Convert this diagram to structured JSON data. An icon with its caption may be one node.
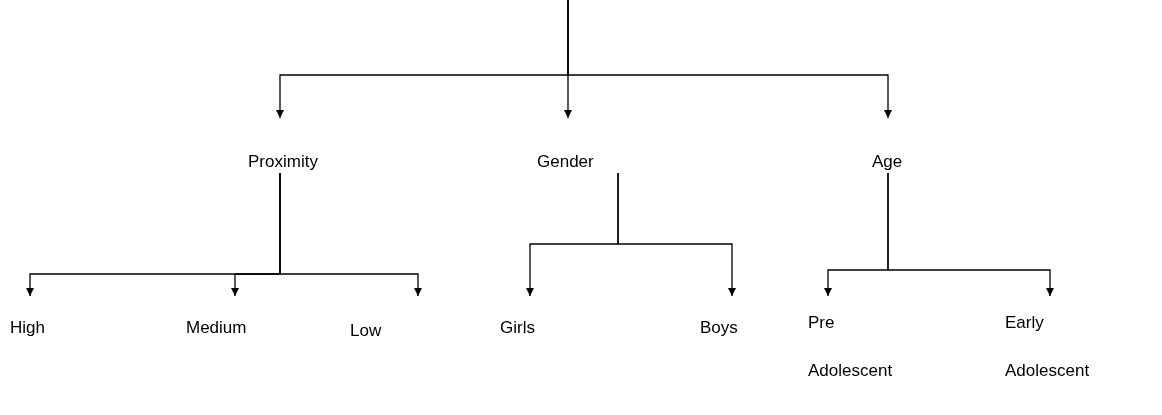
{
  "diagram": {
    "nodes": [
      {
        "text": [
          "Proximity"
        ]
      },
      {
        "text": [
          "Gender"
        ]
      },
      {
        "text": [
          "Age"
        ]
      },
      {
        "text": [
          "High"
        ]
      },
      {
        "text": [
          "Medium"
        ]
      },
      {
        "text": [
          "Low"
        ]
      },
      {
        "text": [
          "Girls"
        ]
      },
      {
        "text": [
          "Boys"
        ]
      },
      {
        "text": [
          "Pre Adolescent"
        ]
      },
      {
        "text": [
          "Early Adolescent"
        ]
      }
    ],
    "edges": [
      {
        "from": null,
        "to": 0,
        "arrow": "to"
      },
      {
        "from": null,
        "to": 1,
        "arrow": "to"
      },
      {
        "from": null,
        "to": 2,
        "arrow": "to"
      },
      {
        "from": 0,
        "to": 3,
        "arrow": "to"
      },
      {
        "from": 0,
        "to": 4,
        "arrow": "to"
      },
      {
        "from": 0,
        "to": 5,
        "arrow": "to"
      },
      {
        "from": 1,
        "to": 6,
        "arrow": "to"
      },
      {
        "from": 1,
        "to": 7,
        "arrow": "to"
      },
      {
        "from": 2,
        "to": 8,
        "arrow": "to"
      },
      {
        "from": 2,
        "to": 9,
        "arrow": "to"
      }
    ]
  }
}
